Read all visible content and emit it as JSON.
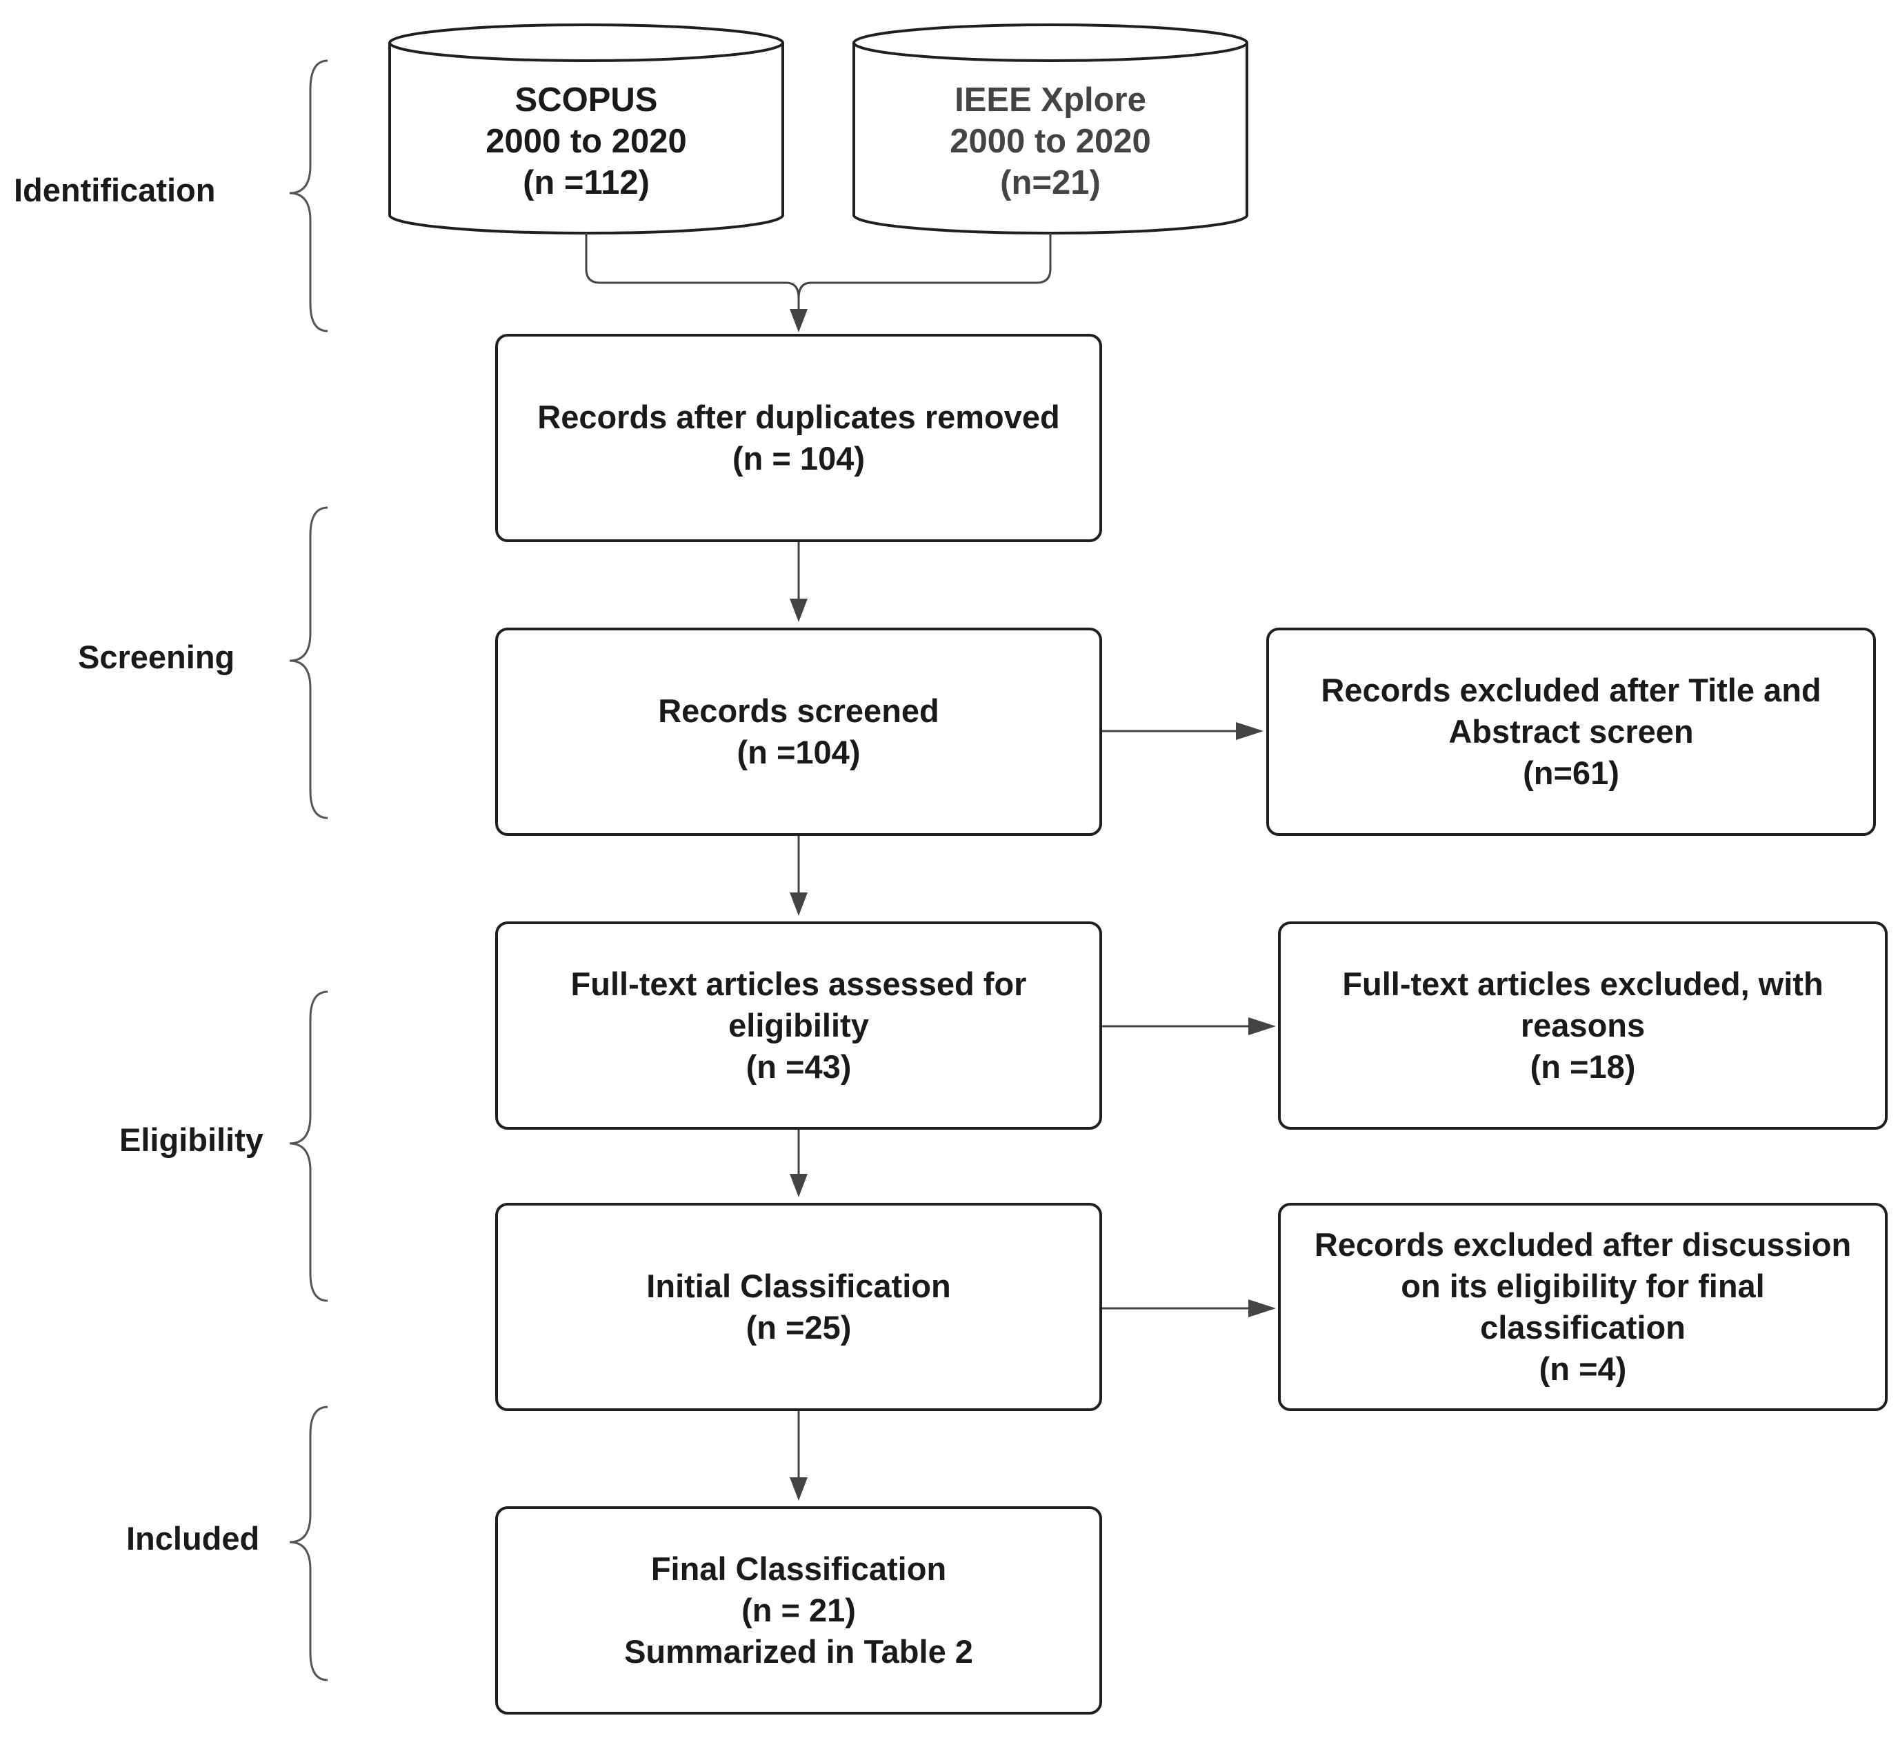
{
  "colors": {
    "stroke": "#1f1f1f",
    "brace": "#555555",
    "text": "#1a1a1a"
  },
  "stages": {
    "identification": "Identification",
    "screening": "Screening",
    "eligibility": "Eligibility",
    "included": "Included"
  },
  "databases": {
    "scopus": {
      "line1": "SCOPUS",
      "line2": "2000 to 2020",
      "line3": "(n =112)"
    },
    "ieee": {
      "line1": "IEEE Xplore",
      "line2": "2000 to 2020",
      "line3": "(n=21)"
    }
  },
  "boxes": {
    "duplicates_removed": {
      "line1": "Records after duplicates removed",
      "line2": "(n = 104)"
    },
    "screened": {
      "line1": "Records screened",
      "line2": "(n =104)"
    },
    "excluded_title_abstract": {
      "line1": "Records excluded after Title and",
      "line2": "Abstract screen",
      "line3": "(n=61)"
    },
    "fulltext_assessed": {
      "line1": "Full-text articles assessed for",
      "line2": "eligibility",
      "line3": "(n =43)"
    },
    "fulltext_excluded": {
      "line1": "Full-text articles excluded, with",
      "line2": "reasons",
      "line3": "(n =18)"
    },
    "initial_classification": {
      "line1": "Initial Classification",
      "line2": "(n =25)"
    },
    "excluded_discussion": {
      "line1": "Records excluded after discussion",
      "line2": "on its eligibility for final",
      "line3": "classification",
      "line4": "(n =4)"
    },
    "final_classification": {
      "line1": "Final Classification",
      "line2": "(n = 21)",
      "line3": "Summarized in Table 2"
    }
  }
}
